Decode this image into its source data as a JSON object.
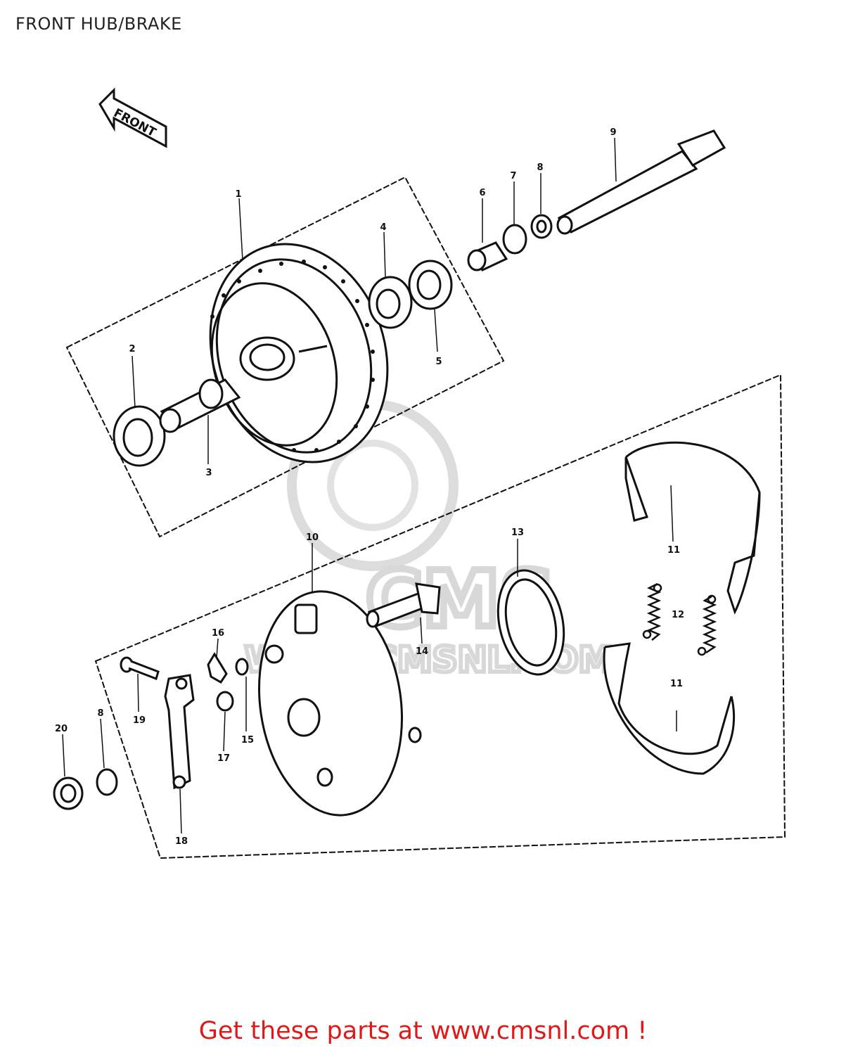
{
  "diagram": {
    "title": "FRONT HUB/BRAKE",
    "front_arrow_label": "FRONT",
    "watermark": {
      "brand": "CMS",
      "url": "WWW.CMSNL.COM"
    },
    "callouts": {
      "c1": "1",
      "c2": "2",
      "c3": "3",
      "c4": "4",
      "c5": "5",
      "c6": "6",
      "c7": "7",
      "c8a": "8",
      "c8b": "8",
      "c9": "9",
      "c10": "10",
      "c11a": "11",
      "c11b": "11",
      "c12": "12",
      "c13": "13",
      "c14": "14",
      "c15": "15",
      "c16": "16",
      "c17": "17",
      "c18": "18",
      "c19": "19",
      "c20": "20"
    }
  },
  "cta": {
    "text": "Get these parts at www.cmsnl.com !"
  },
  "colors": {
    "line": "#111111",
    "watermark": "#d8d8d8",
    "cta": "#e01818"
  }
}
